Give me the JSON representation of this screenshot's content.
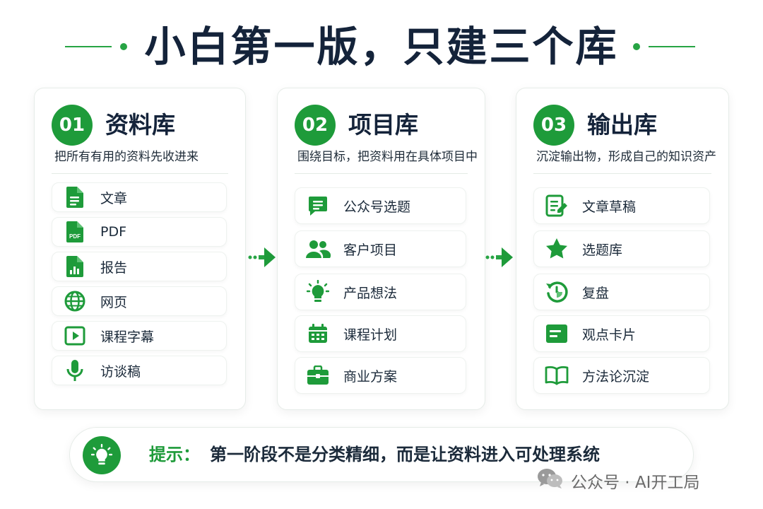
{
  "title": "小白第一版，只建三个库",
  "colors": {
    "accent": "#1e9b3a",
    "text": "#14233a",
    "muted": "#6a6a6a"
  },
  "cards": [
    {
      "number": "01",
      "title": "资料库",
      "subtitle": "把所有有用的资料先收进来",
      "items": [
        {
          "label": "文章",
          "icon": "document-icon"
        },
        {
          "label": "PDF",
          "icon": "pdf-icon"
        },
        {
          "label": "报告",
          "icon": "report-icon"
        },
        {
          "label": "网页",
          "icon": "globe-icon"
        },
        {
          "label": "课程字幕",
          "icon": "video-icon"
        },
        {
          "label": "访谈稿",
          "icon": "microphone-icon"
        }
      ]
    },
    {
      "number": "02",
      "title": "项目库",
      "subtitle": "围绕目标，把资料用在具体项目中",
      "items": [
        {
          "label": "公众号选题",
          "icon": "message-icon"
        },
        {
          "label": "客户项目",
          "icon": "users-icon"
        },
        {
          "label": "产品想法",
          "icon": "lightbulb-icon"
        },
        {
          "label": "课程计划",
          "icon": "calendar-icon"
        },
        {
          "label": "商业方案",
          "icon": "briefcase-icon"
        }
      ]
    },
    {
      "number": "03",
      "title": "输出库",
      "subtitle": "沉淀输出物，形成自己的知识资产",
      "items": [
        {
          "label": "文章草稿",
          "icon": "edit-document-icon"
        },
        {
          "label": "选题库",
          "icon": "star-icon"
        },
        {
          "label": "复盘",
          "icon": "review-icon"
        },
        {
          "label": "观点卡片",
          "icon": "card-icon"
        },
        {
          "label": "方法论沉淀",
          "icon": "book-icon"
        }
      ]
    }
  ],
  "tip": {
    "icon": "lightbulb-icon",
    "label": "提示：",
    "text": "第一阶段不是分类精细，而是让资料进入可处理系统"
  },
  "watermark": {
    "icon": "wechat-icon",
    "text": "公众号 · AI开工局"
  }
}
